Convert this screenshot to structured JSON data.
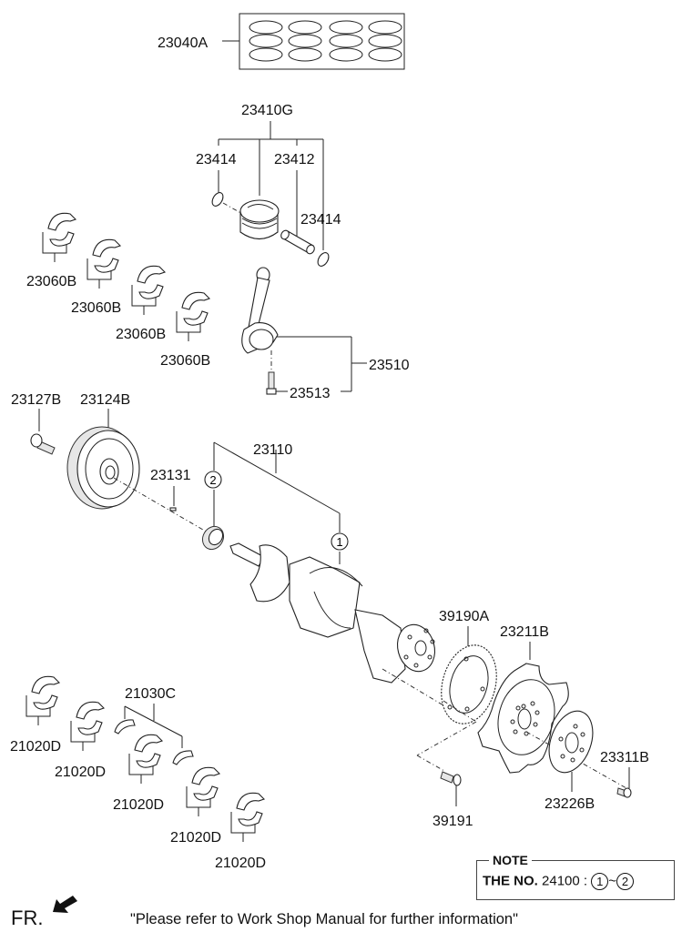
{
  "diagram": {
    "title": "Crankshaft & Piston assembly parts diagram",
    "callouts": {
      "piston_ring_set": "23040A",
      "piston_pin_assy": "23410G",
      "snap_ring_left": "23414",
      "piston_pin": "23412",
      "snap_ring_right": "23414",
      "conrod_bearing_1": "23060B",
      "conrod_bearing_2": "23060B",
      "conrod_bearing_3": "23060B",
      "conrod_bearing_4": "23060B",
      "connecting_rod_assy": "23510",
      "conrod_bolt": "23513",
      "pulley_bolt": "23127B",
      "damper_pulley": "23124B",
      "crankshaft_assy": "23110",
      "woodruff_key": "23131",
      "ring_gear_plate": "39190A",
      "drive_plate": "23211B",
      "flywheel_bolt": "39191",
      "adapter_plate": "23226B",
      "drive_plate_bolt": "23311B",
      "thrust_washer": "21030C",
      "main_bearing_1": "21020D",
      "main_bearing_2": "21020D",
      "main_bearing_3": "21020D",
      "main_bearing_4": "21020D",
      "main_bearing_5": "21020D"
    },
    "ref_markers": {
      "marker_1": "1",
      "marker_2": "2"
    }
  },
  "note": {
    "title": "NOTE",
    "prefix": "THE NO.",
    "number": "24100",
    "separator": ":",
    "range_start": "1",
    "range_tilde": "~",
    "range_end": "2"
  },
  "footer": {
    "front_label": "FR.",
    "front_icon": "front-direction-arrow-icon",
    "notice": "\"Please refer to Work Shop Manual for further information\""
  }
}
